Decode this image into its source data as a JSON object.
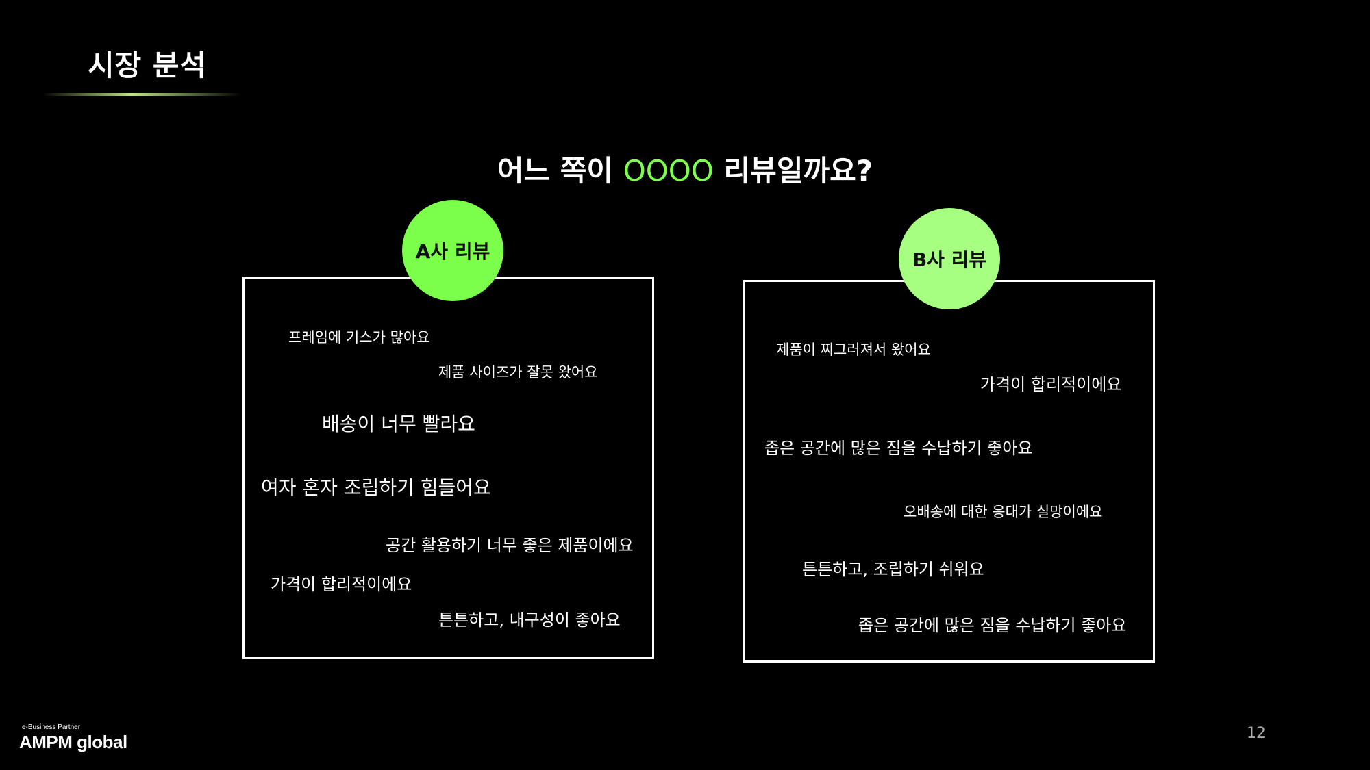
{
  "slide": {
    "title": "시장 분석",
    "question_prefix": "어느 쪽이 ",
    "question_accent": "OOOO",
    "question_suffix": " 리뷰일까요?",
    "page_number": "12"
  },
  "colors": {
    "background": "#000000",
    "accent": "#7cff4c",
    "badge_a": "#7bff4a",
    "badge_b": "#a6ff80"
  },
  "company_a": {
    "label": "A사 리뷰",
    "reviews": [
      "프레임에 기스가 많아요",
      "제품 사이즈가 잘못 왔어요",
      "배송이 너무 빨라요",
      "여자 혼자 조립하기 힘들어요",
      "공간 활용하기 너무 좋은 제품이에요",
      "가격이 합리적이에요",
      "튼튼하고, 내구성이 좋아요"
    ]
  },
  "company_b": {
    "label": "B사 리뷰",
    "reviews": [
      "제품이 찌그러져서 왔어요",
      "가격이 합리적이에요",
      "좁은 공간에 많은 짐을 수납하기 좋아요",
      "오배송에 대한 응대가 실망이에요",
      "튼튼하고, 조립하기 쉬워요",
      "좁은 공간에 많은 짐을 수납하기 좋아요"
    ]
  },
  "footer": {
    "logo_tagline": "e-Business Partner",
    "logo_text": "AMPM global"
  }
}
